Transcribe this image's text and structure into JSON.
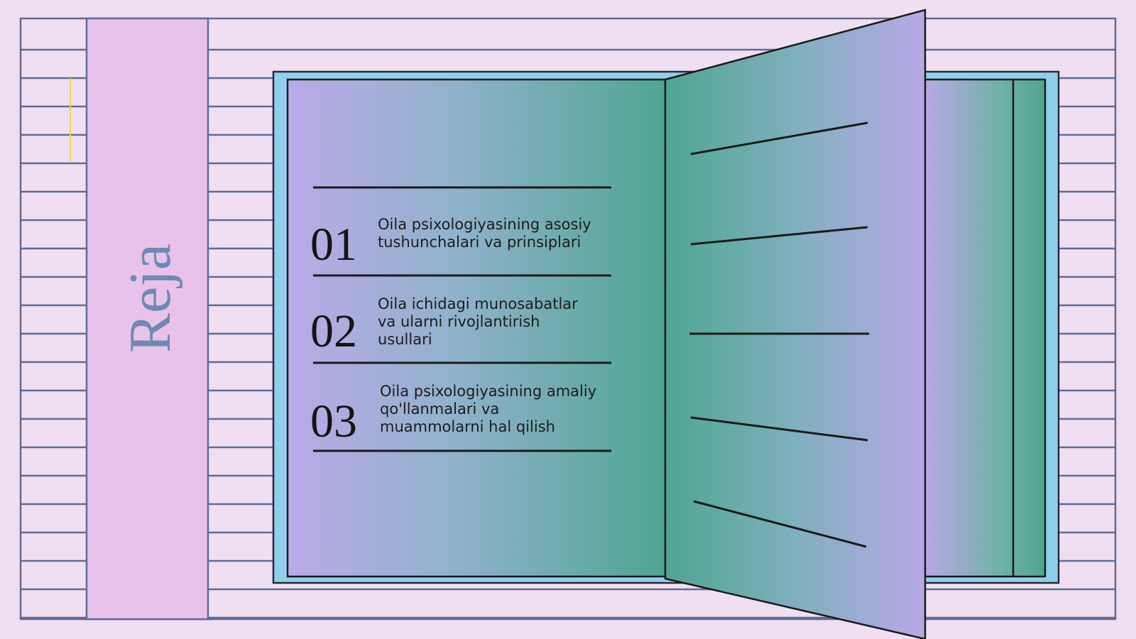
{
  "slide": {
    "title": "Reja",
    "items": [
      {
        "number": "01",
        "lines": [
          "Oila psixologiyasining asosiy",
          "tushunchalari va prinsiplari"
        ]
      },
      {
        "number": "02",
        "lines": [
          "Oila ichidagi munosabatlar",
          "va ularni rivojlantirish",
          "usullari"
        ]
      },
      {
        "number": "03",
        "lines": [
          "Oila psixologiyasining amaliy",
          "qo'llanmalari va",
          "muammolarni hal qilish"
        ]
      }
    ]
  },
  "colors": {
    "background": "#f0dff2",
    "frame_stroke": "#5f6b96",
    "sidebar": "#e8c2ea",
    "title": "#6f88b4",
    "book_cover": "#8fd0ec",
    "gradient_purple": "#bcaae8",
    "gradient_green": "#4fa592",
    "accent_yellow": "#e3d84a"
  },
  "icons": {
    "book": "open-book-illustration"
  }
}
